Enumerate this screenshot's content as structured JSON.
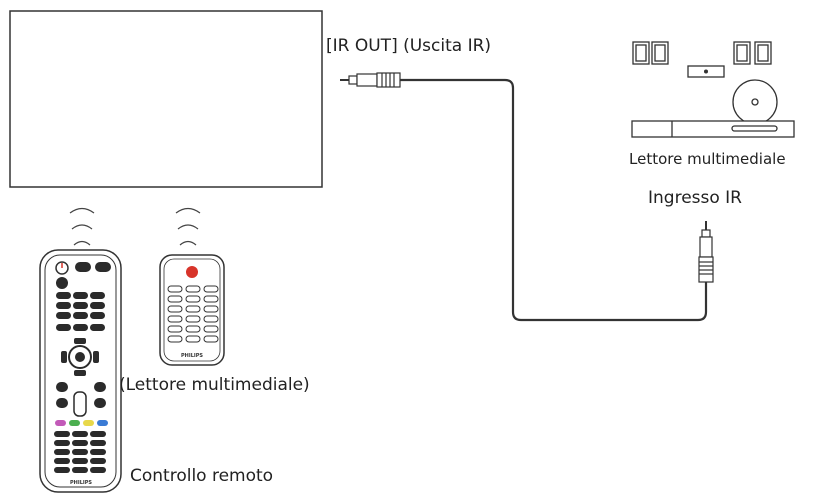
{
  "labels": {
    "ir_out": "[IR OUT] (Uscita IR)",
    "media_player": "Lettore multimediale",
    "ir_in": "Ingresso IR",
    "media_player_remote": "(Lettore multimediale)",
    "remote_control": "Controllo remoto"
  },
  "remote_brand": "PHILIPS",
  "icons": [
    "display-icon",
    "ir-signal-icon",
    "remote-control-icon",
    "media-player-remote-icon",
    "audio-jack-icon",
    "media-player-icon",
    "speaker-icon",
    "disc-icon"
  ],
  "colors": {
    "outline": "#333333",
    "remote_body": "#2b2b2b",
    "power_button": "#d8342a",
    "color_keys": [
      "#c25ab8",
      "#4caf50",
      "#e8d84a",
      "#3a7bd5"
    ]
  }
}
